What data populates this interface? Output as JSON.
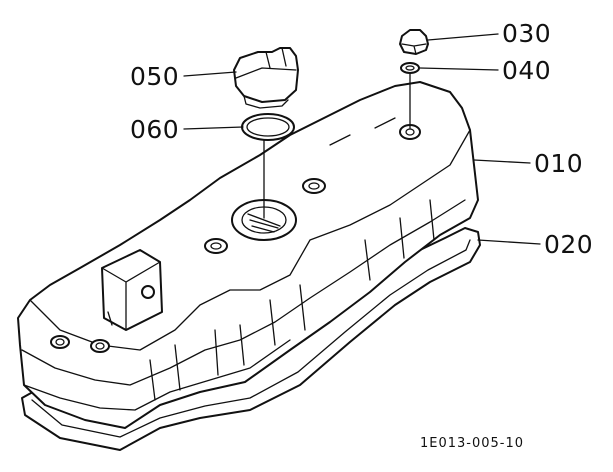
{
  "parts": {
    "p030": {
      "number": "030"
    },
    "p040": {
      "number": "040"
    },
    "p050": {
      "number": "050"
    },
    "p060": {
      "number": "060"
    },
    "p010": {
      "number": "010"
    },
    "p020": {
      "number": "020"
    }
  },
  "figure_code": "1E013-005-10",
  "colors": {
    "ink": "#111111",
    "paper": "#ffffff"
  }
}
